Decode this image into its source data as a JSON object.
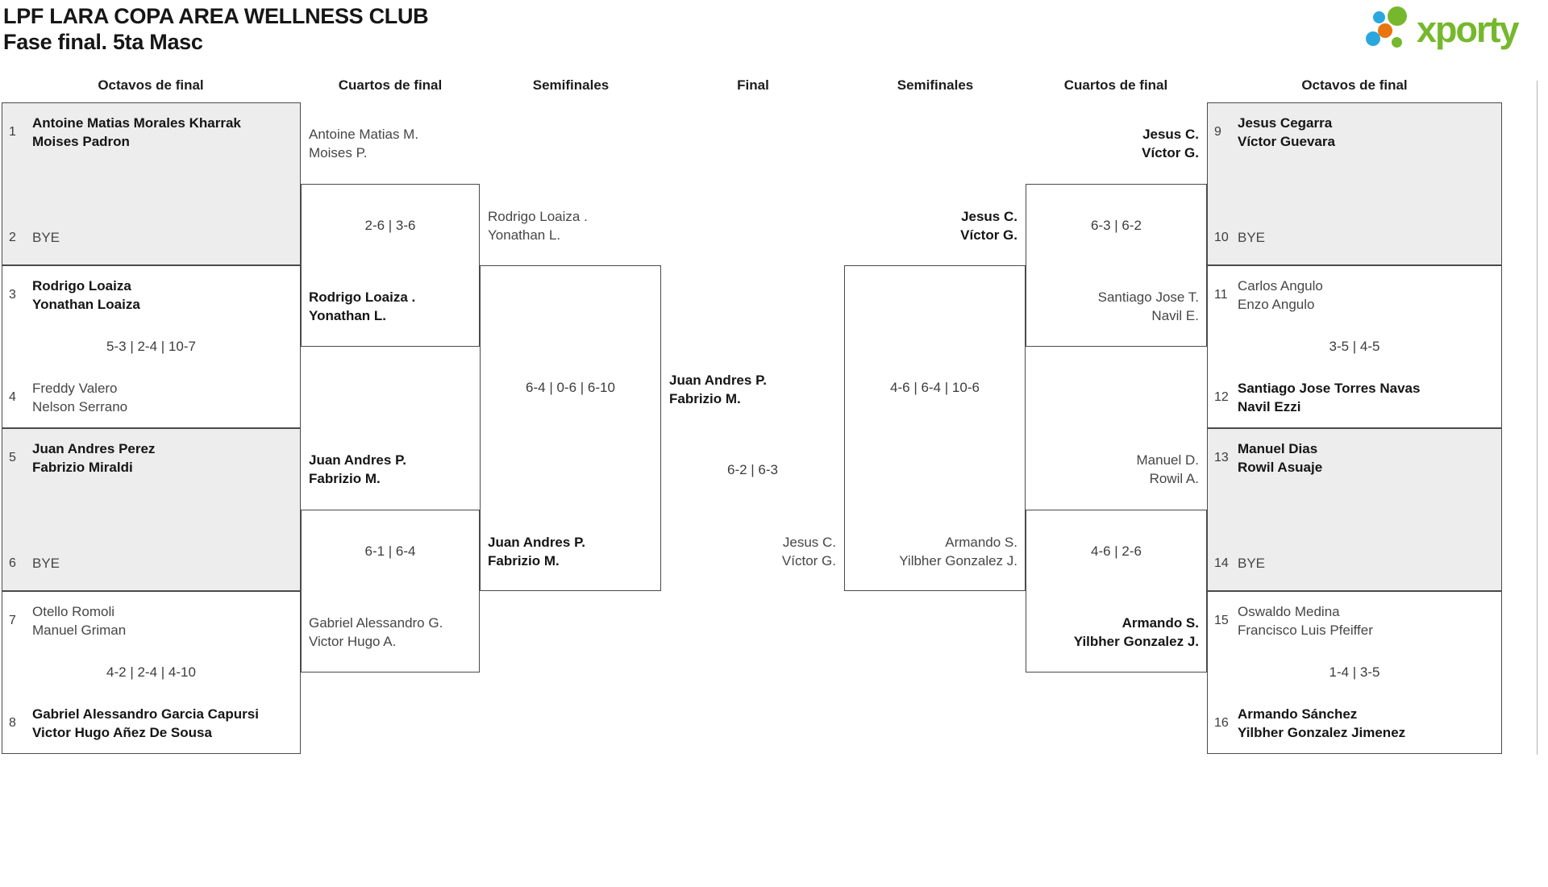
{
  "header": {
    "title_line1": "LPF LARA COPA AREA WELLNESS CLUB",
    "title_line2": "Fase final. 5ta Masc",
    "logo_text": "xporty"
  },
  "rounds": {
    "octavos_left": "Octavos de final",
    "cuartos_left": "Cuartos de final",
    "semis_left": "Semifinales",
    "final": "Final",
    "semis_right": "Semifinales",
    "cuartos_right": "Cuartos de final",
    "octavos_right": "Octavos de final"
  },
  "colors": {
    "logo_green": "#76b82d",
    "logo_orange": "#e8750e",
    "logo_blue": "#2ba7df",
    "box_gray": "#ededed",
    "line_dark": "#4a4a4a"
  },
  "left_octavos": [
    {
      "seed_top": "1",
      "top1": "Antoine Matias Morales Kharrak",
      "top2": "Moises Padron",
      "seed_bottom": "2",
      "bye": "BYE"
    },
    {
      "seed_top": "3",
      "top1": "Rodrigo Loaiza",
      "top2": "Yonathan Loaiza",
      "score": "5-3 | 2-4 | 10-7",
      "seed_bottom": "4",
      "bot1": "Freddy Valero",
      "bot2": "Nelson Serrano"
    },
    {
      "seed_top": "5",
      "top1": "Juan Andres Perez",
      "top2": "Fabrizio Miraldi",
      "seed_bottom": "6",
      "bye": "BYE"
    },
    {
      "seed_top": "7",
      "top1": "Otello Romoli",
      "top2": "Manuel Griman",
      "score": "4-2 | 2-4 | 4-10",
      "seed_bottom": "8",
      "bot1": "Gabriel Alessandro Garcia Capursi",
      "bot2": "Victor Hugo Añez De Sousa"
    }
  ],
  "left_cuartos": [
    {
      "top1": "Antoine Matias M.",
      "top2": "Moises P.",
      "score": "2-6 | 3-6",
      "bot1": "Rodrigo Loaiza .",
      "bot2": "Yonathan L."
    },
    {
      "top1": "Juan Andres P.",
      "top2": "Fabrizio M.",
      "score": "6-1 | 6-4",
      "bot1": "Gabriel Alessandro G.",
      "bot2": "Victor Hugo A."
    }
  ],
  "left_semifinal": {
    "top1": "Rodrigo Loaiza .",
    "top2": "Yonathan L.",
    "score": "6-4 | 0-6 | 6-10",
    "bot1": "Juan Andres P.",
    "bot2": "Fabrizio M."
  },
  "final": {
    "left1": "Juan Andres P.",
    "left2": "Fabrizio M.",
    "score": "6-2 | 6-3",
    "right1": "Jesus C.",
    "right2": "Víctor G."
  },
  "right_semifinal": {
    "top1": "Jesus C.",
    "top2": "Víctor G.",
    "score": "4-6 | 6-4 | 10-6",
    "bot1": "Armando S.",
    "bot2": "Yilbher Gonzalez J."
  },
  "right_cuartos": [
    {
      "top1": "Jesus C.",
      "top2": "Víctor G.",
      "score": "6-3 | 6-2",
      "bot1": "Santiago Jose T.",
      "bot2": "Navil E."
    },
    {
      "top1": "Manuel D.",
      "top2": "Rowil A.",
      "score": "4-6 | 2-6",
      "bot1": "Armando S.",
      "bot2": "Yilbher Gonzalez J."
    }
  ],
  "right_octavos": [
    {
      "seed_top": "9",
      "top1": "Jesus Cegarra",
      "top2": "Víctor Guevara",
      "seed_bottom": "10",
      "bye": "BYE"
    },
    {
      "seed_top": "11",
      "top1": "Carlos Angulo",
      "top2": "Enzo Angulo",
      "score": "3-5 | 4-5",
      "seed_bottom": "12",
      "bot1": "Santiago Jose Torres Navas",
      "bot2": "Navil Ezzi"
    },
    {
      "seed_top": "13",
      "top1": "Manuel Dias",
      "top2": "Rowil Asuaje",
      "seed_bottom": "14",
      "bye": "BYE"
    },
    {
      "seed_top": "15",
      "top1": "Oswaldo Medina",
      "top2": "Francisco Luis Pfeiffer",
      "score": "1-4 | 3-5",
      "seed_bottom": "16",
      "bot1": "Armando Sánchez",
      "bot2": "Yilbher Gonzalez Jimenez"
    }
  ]
}
